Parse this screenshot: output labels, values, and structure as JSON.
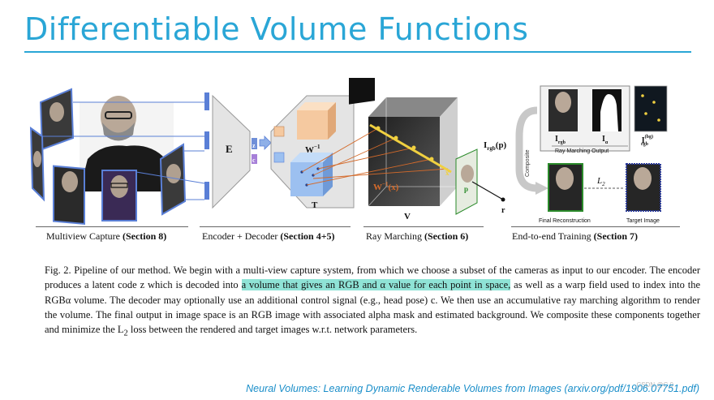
{
  "slide": {
    "title": "Differentiable Volume Functions"
  },
  "figure": {
    "symbols": {
      "E": "E",
      "z": "z",
      "c": "c",
      "W_inv": "W",
      "W_inv_sup": "−1",
      "T": "T",
      "V": "V",
      "W_x": "W",
      "W_x_sup": "−1",
      "W_x_arg": "(x)",
      "p": "p",
      "r": "r",
      "x": "x",
      "I_rgb_p": "I",
      "I_rgb_p_sub": "rgb",
      "I_rgb_p_arg": "(p)",
      "I_rgb": "I",
      "I_rgb_sub": "rgb",
      "I_alpha": "I",
      "I_alpha_sub": "α",
      "I_bg": "I",
      "I_bg_sup": "(bg)",
      "I_bg_sub": "rgb",
      "L2": "L",
      "L2_sub": "2",
      "composite": "Composite"
    },
    "sub_labels": {
      "ray_marching_output": "Ray Marching Output",
      "final_reconstruction": "Final Reconstruction",
      "target_image": "Target Image"
    },
    "panels": [
      {
        "name": "Multiview Capture ",
        "section": "(Section 8)"
      },
      {
        "name": "Encoder + Decoder ",
        "section": "(Section 4+5)"
      },
      {
        "name": "Ray Marching ",
        "section": "(Section 6)"
      },
      {
        "name": "End-to-end Training ",
        "section": "(Section 7)"
      }
    ]
  },
  "caption": {
    "part1": "Fig. 2.  Pipeline of our method. We begin with a multi-view capture system, from which we choose a subset of the cameras as input to our encoder. The encoder produces a latent code z which is decoded into ",
    "highlight": "a volume that gives an RGB and α value for each point in space,",
    "part2": " as well as a warp field used to index into the RGBα volume. The decoder may optionally use an additional control signal (e.g., head pose) c. We then use an accumulative ray marching algorithm to render the volume. The final output in image space is an RGB image with associated alpha mask and estimated background. We composite these components together and minimize the L",
    "l2_sub": "2",
    "part3": " loss between the rendered and target images w.r.t. network parameters."
  },
  "citation": "Neural Volumes: Learning Dynamic Renderable Volumes from Images (arxiv.org/pdf/1906.07751.pdf)",
  "watermark": "CSDN @C.0"
}
